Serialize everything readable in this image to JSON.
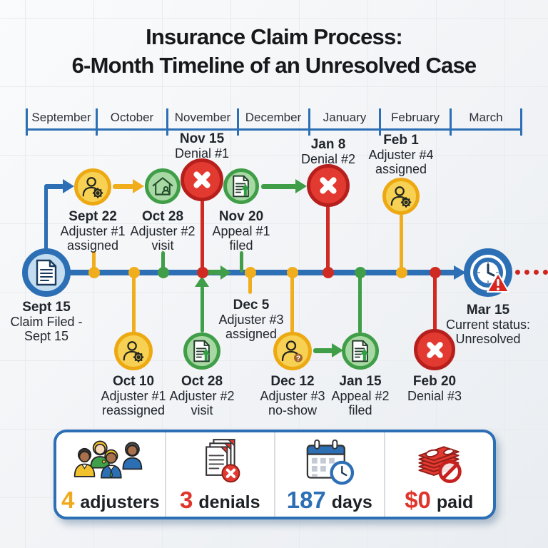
{
  "title": {
    "line1": "Insurance Claim Process:",
    "line2": "6-Month Timeline of an Unresolved Case"
  },
  "months": [
    "September",
    "October",
    "November",
    "December",
    "January",
    "February",
    "March"
  ],
  "events": {
    "claim_filed": {
      "date": "Sept 15",
      "line1": "Claim Filed -",
      "line2": "Sept 15"
    },
    "adjuster1_assigned": {
      "date": "Sept 22",
      "line1": "Adjuster #1",
      "line2": "assigned"
    },
    "adjuster2_visit_top": {
      "date": "Oct 28",
      "line1": "Adjuster #2",
      "line2": "visit"
    },
    "denial1": {
      "date": "Nov 15",
      "line1": "Denial #1"
    },
    "appeal1": {
      "date": "Nov 20",
      "line1": "Appeal #1",
      "line2": "filed"
    },
    "denial2": {
      "date": "Jan 8",
      "line1": "Denial #2"
    },
    "adjuster4_assigned": {
      "date": "Feb 1",
      "line1": "Adjuster #4",
      "line2": "assigned"
    },
    "adjuster1_reassigned": {
      "date": "Oct 10",
      "line1": "Adjuster #1",
      "line2": "reassigned"
    },
    "adjuster2_visit_bot": {
      "date": "Oct 28",
      "line1": "Adjuster #2",
      "line2": "visit"
    },
    "adjuster3_assigned": {
      "date": "Dec 5",
      "line1": "Adjuster #3",
      "line2": "assigned"
    },
    "adjuster3_noshow": {
      "date": "Dec 12",
      "line1": "Adjuster #3",
      "line2": "no-show"
    },
    "appeal2": {
      "date": "Jan 15",
      "line1": "Appeal #2",
      "line2": "filed"
    },
    "denial3": {
      "date": "Feb 20",
      "line1": "Denial #3"
    },
    "current_status": {
      "date": "Mar 15",
      "line1": "Current status:",
      "line2": "Unresolved"
    }
  },
  "stats": [
    {
      "value": "4",
      "label": "adjusters",
      "color": "#f0a81d"
    },
    {
      "value": "3",
      "label": "denials",
      "color": "#e0352c"
    },
    {
      "value": "187",
      "label": "days",
      "color": "#2d6fb5"
    },
    {
      "value": "$0",
      "label": "paid",
      "color": "#e0352c"
    }
  ],
  "icons": {
    "claim_filed": "document-icon",
    "adjuster": "person-gear-icon",
    "visit": "house-person-icon",
    "denial": "x-mark-icon",
    "appeal": "document-upload-icon",
    "noshow": "person-question-icon",
    "status": "clock-alert-icon",
    "stat1": "people-group-icon",
    "stat2": "documents-rejected-icon",
    "stat3": "calendar-clock-icon",
    "stat4": "money-blocked-icon"
  },
  "colors": {
    "blue": "#2d6fb5",
    "yellow": "#f0ad1c",
    "green": "#3f9e47",
    "red": "#cf2b23",
    "background": "#f3f5f7"
  }
}
